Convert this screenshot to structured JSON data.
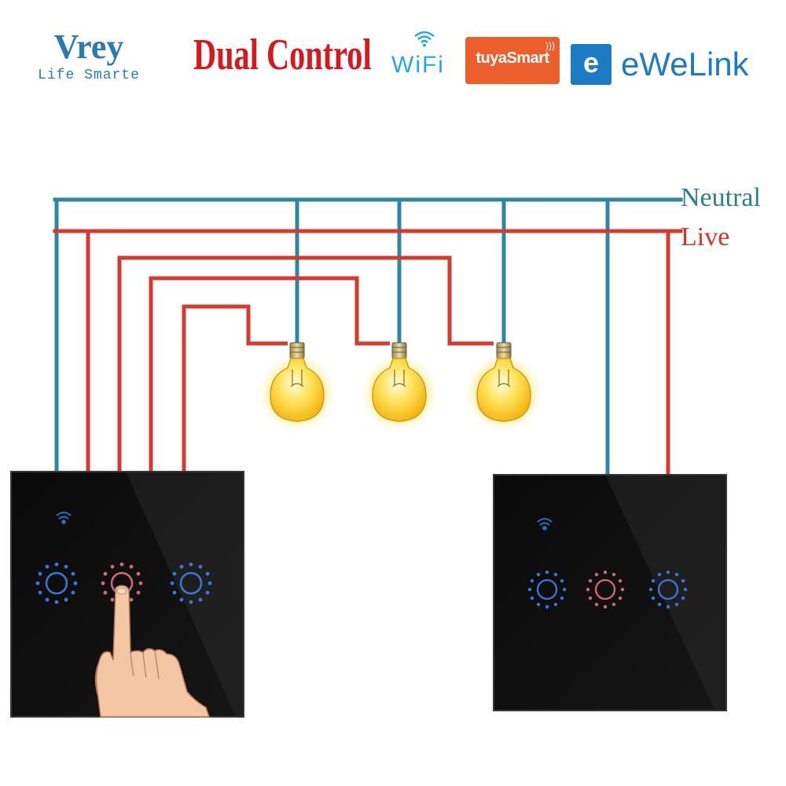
{
  "brand": {
    "name": "Vrey",
    "tagline": "Life Smarte"
  },
  "headline": "Dual Control",
  "logos": {
    "wifi_text": "WiFi",
    "tuya_text": "tuyaSmart",
    "ewelink_icon_letter": "e",
    "ewelink_text": "eWeLink"
  },
  "wires": {
    "neutral_label": "Neutral",
    "live_label": "Live",
    "neutral_color": "#2b88a0",
    "live_color": "#d63a2e"
  },
  "switches": [
    {
      "name": "switch-panel-left",
      "gang_count": 3,
      "touched_gang": 2
    },
    {
      "name": "switch-panel-right",
      "gang_count": 3
    }
  ],
  "bulbs": {
    "count": 3,
    "state": "on"
  },
  "icons": [
    "wifi-icon",
    "tuya-logo",
    "ewelink-logo",
    "light-bulb-icon",
    "touch-button-icon",
    "hand-pointer-icon"
  ]
}
